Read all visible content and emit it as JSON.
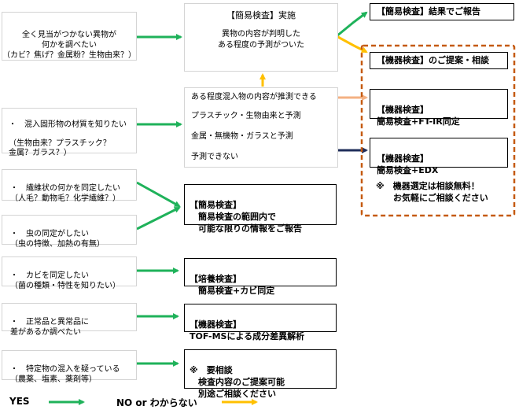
{
  "conditions": [
    {
      "id": "c1",
      "text": "全く見当がつかない異物が\n何かを調べたい\n（カビ？焦げ？金属粉？生物由来？）"
    },
    {
      "id": "c2",
      "text": "・　混入固形物の材質を知りたい\n\n（生物由来？プラスチック？\n金属？ガラス？）"
    },
    {
      "id": "c3",
      "text": "・　繊維状の何かを同定したい\n（人毛？動物毛？化学繊維？）"
    },
    {
      "id": "c4",
      "text": "・　虫の同定がしたい\n（虫の特徴、加熱の有無）"
    },
    {
      "id": "c5",
      "text": "・　カビを同定したい\n（菌の種類・特性を知りたい）"
    },
    {
      "id": "c6",
      "text": "・　正常品と異常品に\n差があるか調べたい"
    },
    {
      "id": "c7",
      "text": "・　特定物の混入を疑っている\n（農薬、塩素、薬剤等）"
    }
  ],
  "simple_test": {
    "title": "【簡易検査】実施",
    "body": "異物の内容が判明した\nある程度の予測がついた"
  },
  "result_report": {
    "text": "【簡易検査】結果でご報告"
  },
  "prediction": {
    "header": "ある程度混入物の内容が推測できる",
    "options": [
      {
        "text": "プラスチック・生物由来と予測",
        "arrow_color": "#f4b183"
      },
      {
        "text": "金属・無機物・ガラスと予測",
        "arrow_color": "#1f2d5a"
      },
      {
        "text": "予測できない",
        "arrow_color": "#ffc000"
      }
    ]
  },
  "instrument_group": {
    "title": "【機器検査】のご提案・相談",
    "ftir": "【機器検査】\n簡易検査+FT-IR同定",
    "edx": "【機器検査】\n簡易検査+EDX",
    "note": "※　機器選定は相談無料！\n　　お気軽にご相談ください"
  },
  "results": [
    {
      "id": "r1",
      "text": "【簡易検査】\n　簡易検査の範囲内で\n　可能な限りの情報をご報告"
    },
    {
      "id": "r2",
      "text": "【培養検査】\n　簡易検査+カビ同定"
    },
    {
      "id": "r3",
      "text": "【機器検査】\nTOF-MSによる成分差異解析"
    },
    {
      "id": "r4",
      "text": "※　要相談\n　検査内容のご提案可能\n　別途ご相談ください"
    }
  ],
  "legend": {
    "yes_label": "YES",
    "yes_color": "#1fb25a",
    "no_label": "NO or わからない",
    "no_color": "#ffc000"
  },
  "colors": {
    "group_border": "#c55a11",
    "peach_arrow": "#f4b183",
    "navy_arrow": "#1f2d5a"
  }
}
